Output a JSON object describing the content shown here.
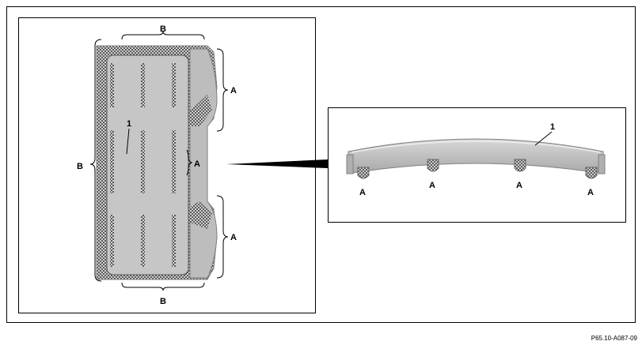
{
  "labels": {
    "a": "A",
    "b": "B",
    "one": "1"
  },
  "reference_code": "P65.10-A087-09",
  "colors": {
    "panel": "#c6c6c6",
    "panel_edge": "#808080",
    "line": "#000000",
    "check_dark": "#555555"
  }
}
